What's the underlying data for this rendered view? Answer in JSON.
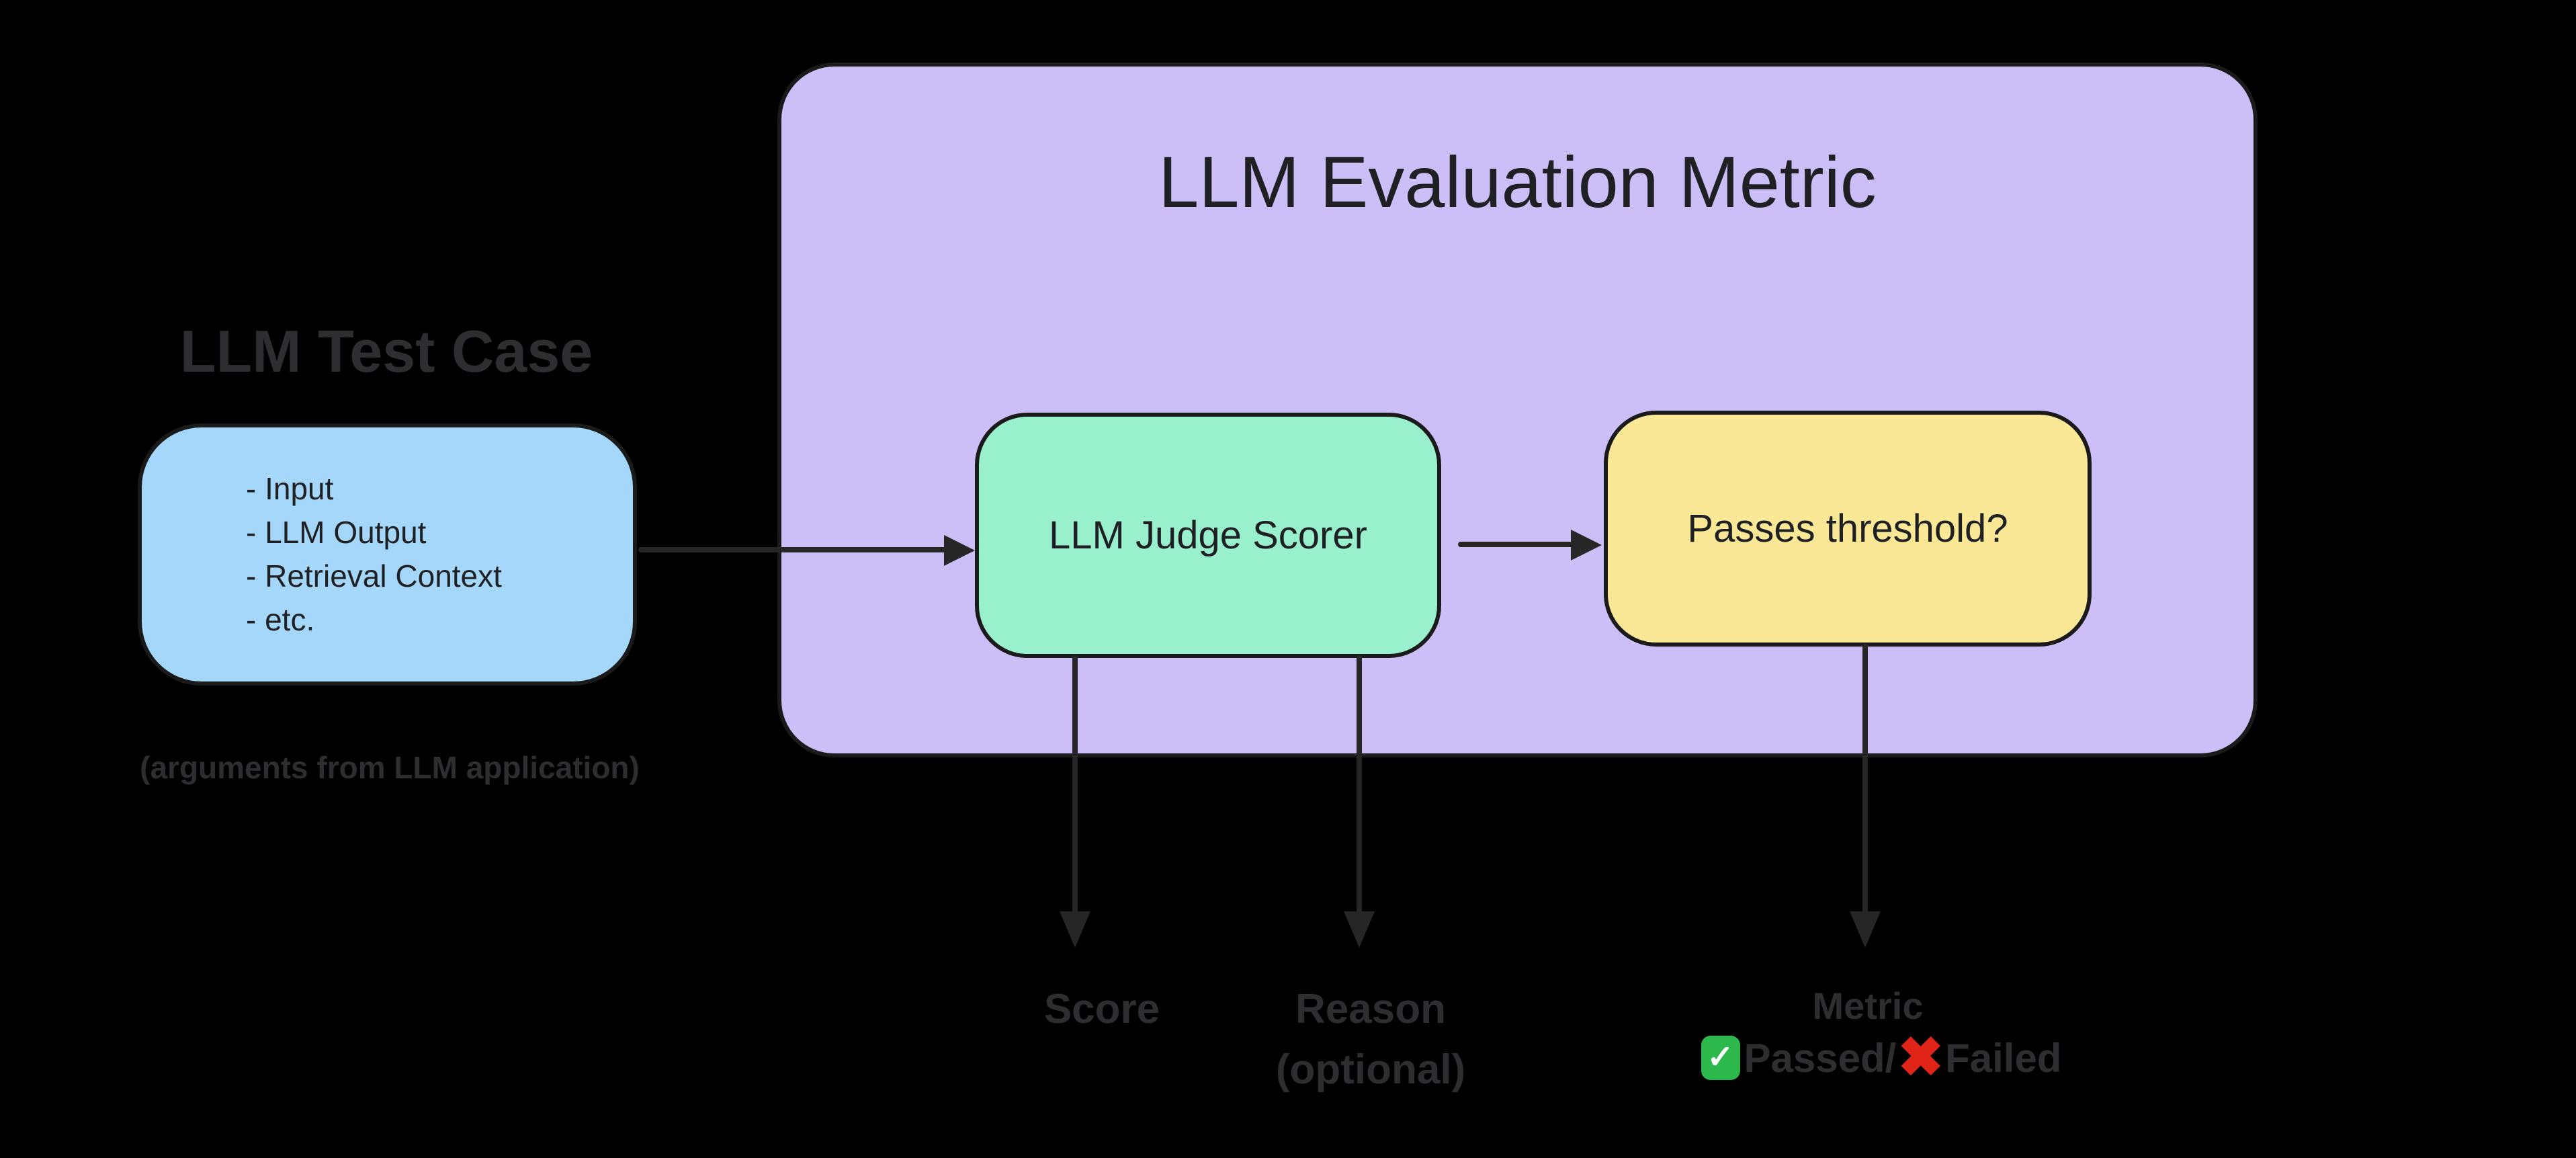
{
  "test_case": {
    "title": "LLM Test Case",
    "items": [
      "- Input",
      "- LLM Output",
      "- Retrieval Context",
      "- etc."
    ],
    "caption": "(arguments from LLM application)"
  },
  "evaluation_metric": {
    "title": "LLM Evaluation Metric",
    "judge_scorer_label": "LLM Judge Scorer",
    "threshold_label": "Passes threshold?"
  },
  "outputs": {
    "score_label": "Score",
    "reason_label": "Reason",
    "reason_note": "(optional)",
    "metric_label": "Metric",
    "passed_label": "Passed/",
    "failed_label": "Failed",
    "check_icon_glyph": "✓",
    "cross_icon_glyph": "✖"
  },
  "colors": {
    "background": "#000000",
    "test_case_fill": "#a4d7fa",
    "panel_fill": "#ccbff8",
    "scorer_fill": "#99f0cd",
    "threshold_fill": "#fae896",
    "box_border": "#1a1a1a",
    "arrow": "#262626",
    "box_text": "#1f2023",
    "dim_text": "#2e2e30",
    "check_green": "#2db84b",
    "check_mark": "#ffffff",
    "cross_red": "#e02418"
  }
}
